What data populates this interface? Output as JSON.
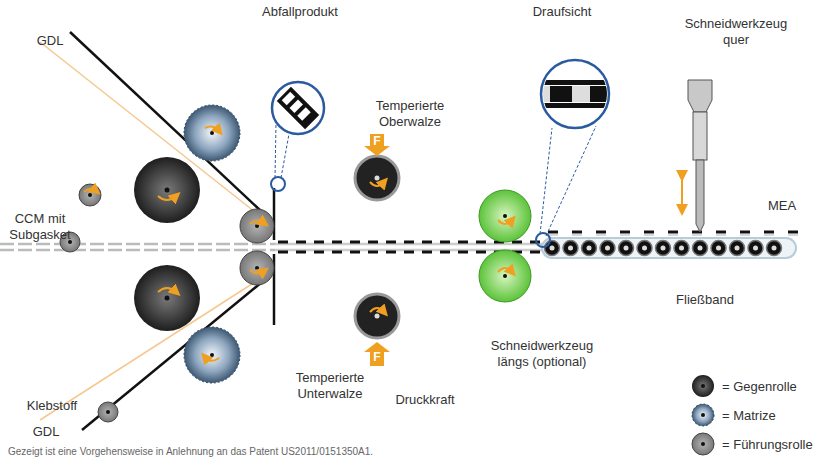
{
  "diagram": {
    "caption": "Gezeigt ist eine Vorgehensweise in Anlehnung an das Patent US2011/0151350A1.",
    "labels": [
      "Abfallprodukt",
      "Draufsicht",
      "GDL",
      "Schneidwerkzeug quer",
      "Temperierte Oberwalze",
      "F",
      "CCM mit Subgasket",
      "MEA",
      "Fließband",
      "Temperierte Unterwalze",
      "F",
      "Druckkraft",
      "Schneidwerkzeug längs (optional)",
      "Klebstoff",
      "GDL"
    ],
    "legend": [
      {
        "text": "= Gegenrolle"
      },
      {
        "text": "= Matrize"
      },
      {
        "text": "= Führungsrolle"
      }
    ]
  }
}
